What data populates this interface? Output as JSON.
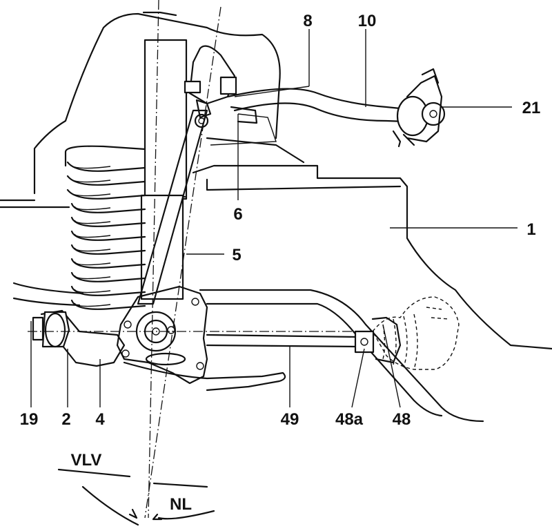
{
  "labels": {
    "l8": "8",
    "l10": "10",
    "l21": "21",
    "l6": "6",
    "l1": "1",
    "l5": "5",
    "l19": "19",
    "l2": "2",
    "l4": "4",
    "l49": "49",
    "l48a": "48a",
    "l48": "48",
    "vlv": "VLV",
    "nl": "NL"
  }
}
